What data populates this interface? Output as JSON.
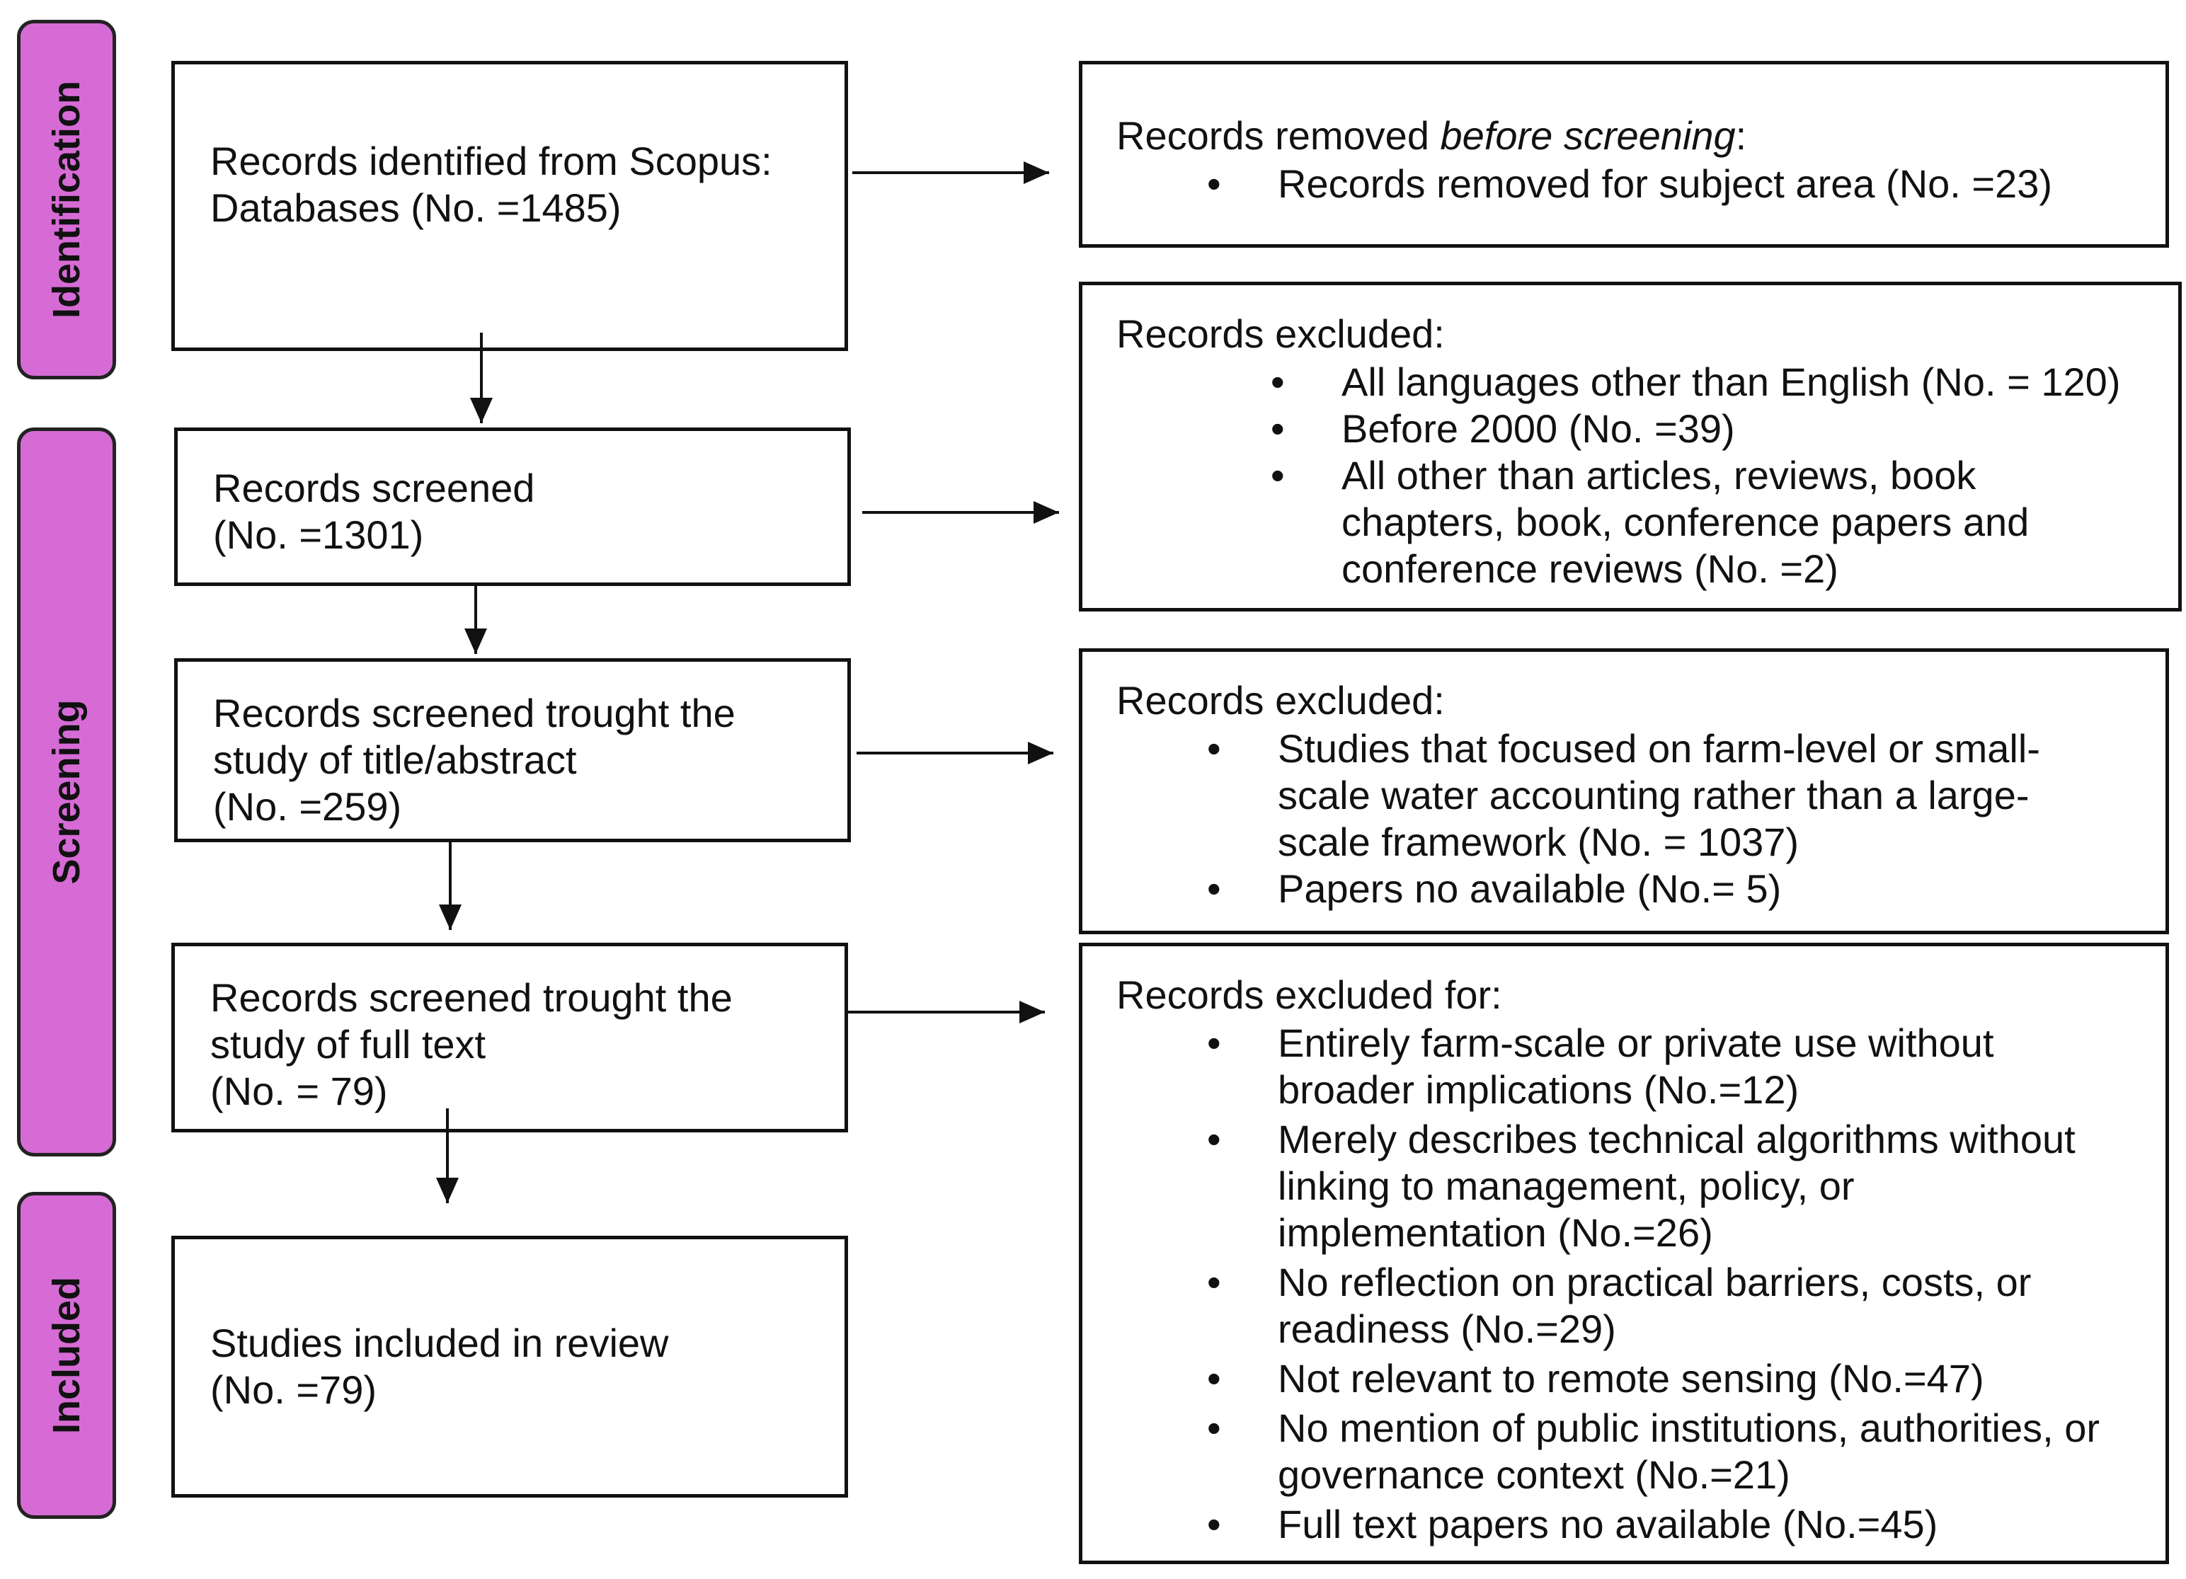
{
  "phases": {
    "identification": "Identification",
    "screening": "Screening",
    "included": "Included"
  },
  "main": {
    "identified": "Records identified from Scopus:\n     Databases (No. =1485)",
    "screened": "Records screened\n(No. =1301)",
    "title_abstract": "Records screened trought the\nstudy of title/abstract\n(No. =259)",
    "full_text": "Records screened trought the\nstudy of full text\n(No. = 79)",
    "included": "Studies included in review\n(No. =79)"
  },
  "side": {
    "removed": {
      "head_prefix": "Records removed ",
      "head_italic": "before screening",
      "head_suffix": ":",
      "items": [
        "Records removed for subject area (No. =23)"
      ]
    },
    "excluded1": {
      "head": "Records excluded:",
      "items": [
        "All languages other than English (No. = 120)",
        "Before 2000 (No. =39)",
        "All other than articles, reviews, book\nchapters, book, conference papers and\nconference reviews (No. =2)"
      ]
    },
    "excluded2": {
      "head": "Records excluded:",
      "items": [
        "Studies that focused on farm-level or small-\nscale water accounting rather than a large-\nscale framework (No. = 1037)",
        "Papers no available (No.= 5)"
      ]
    },
    "excluded3": {
      "head": "Records excluded for:",
      "items": [
        "Entirely farm-scale or private use without\nbroader implications (No.=12)",
        "Merely describes technical algorithms without\nlinking to management, policy, or\nimplementation (No.=26)",
        "No reflection on practical barriers, costs, or\nreadiness (No.=29)",
        "Not relevant to remote sensing (No.=47)",
        "No mention of public institutions, authorities, or\ngovernance context (No.=21)",
        "Full text papers no available (No.=45)"
      ]
    }
  }
}
